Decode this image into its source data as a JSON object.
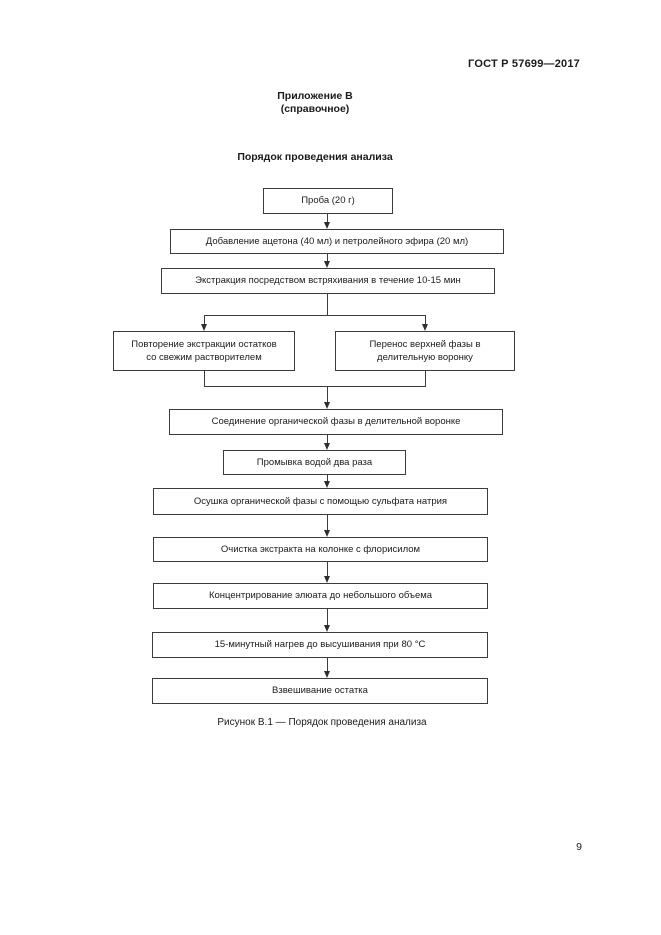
{
  "page": {
    "header_right": "ГОСТ Р 57699—2017",
    "appendix_title": "Приложение В",
    "appendix_subtitle": "(справочное)",
    "section_title": "Порядок проведения анализа",
    "caption": "Рисунок В.1 — Порядок проведения анализа",
    "page_number": "9"
  },
  "colors": {
    "text": "#1b1b1b",
    "box_border": "#3c3c3c",
    "connector_line": "#3c3c3c",
    "background": "#ffffff"
  },
  "flowchart": {
    "nodes": [
      {
        "id": "sample",
        "label": "Проба (20 г)"
      },
      {
        "id": "add-solvents",
        "label": "Добавление ацетона (40 мл) и петролейного эфира (20 мл)"
      },
      {
        "id": "extraction-shaking",
        "label": "Экстракция посредством встряхивания в течение 10-15 мин"
      },
      {
        "id": "repeat-extraction",
        "label": "Повторение экстракции остатков\nсо свежим растворителем"
      },
      {
        "id": "transfer-upper-phase",
        "label": "Перенос верхней фазы в\nделительную воронку"
      },
      {
        "id": "combine-organic-phase",
        "label": "Соединение органической фазы в делительной воронке"
      },
      {
        "id": "wash-with-water",
        "label": "Промывка водой два раза"
      },
      {
        "id": "dry-sodium-sulfate",
        "label": "Осушка органической фазы с помощью сульфата натрия"
      },
      {
        "id": "florisil-cleanup",
        "label": "Очистка экстракта на колонке с флорисилом"
      },
      {
        "id": "concentrate-eluate",
        "label": "Концентрирование элюата до небольшого объема"
      },
      {
        "id": "heat-80c",
        "label": "15-минутный нагрев до высушивания при 80 °С"
      },
      {
        "id": "weigh-residue",
        "label": "Взвешивание остатка"
      }
    ]
  }
}
